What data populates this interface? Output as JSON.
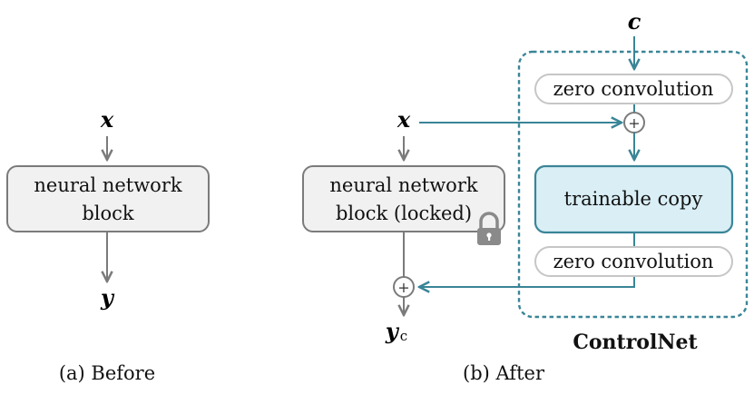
{
  "colors": {
    "gray_arrow": "#7b7b7b",
    "teal": "#3a8597",
    "block_fill": "#f1f1f1",
    "block_stroke": "#7b7b7b",
    "trainable_fill": "#d9eef5",
    "pill_stroke": "#c6c6c6"
  },
  "before": {
    "input_label": "x",
    "block_line1": "neural network",
    "block_line2": "block",
    "output_label": "y",
    "caption": "(a) Before"
  },
  "after": {
    "input_label": "x",
    "block_line1": "neural network",
    "block_line2": "block (locked)",
    "lock_icon": "lock-icon",
    "output_label_main": "y",
    "output_label_sub": "c",
    "caption": "(b) After",
    "sum_symbol": "+"
  },
  "controlnet": {
    "condition_label": "c",
    "zero_conv_top": "zero convolution",
    "trainable_copy": "trainable copy",
    "zero_conv_bottom": "zero convolution",
    "title": "ControlNet",
    "sum_symbol": "+"
  }
}
